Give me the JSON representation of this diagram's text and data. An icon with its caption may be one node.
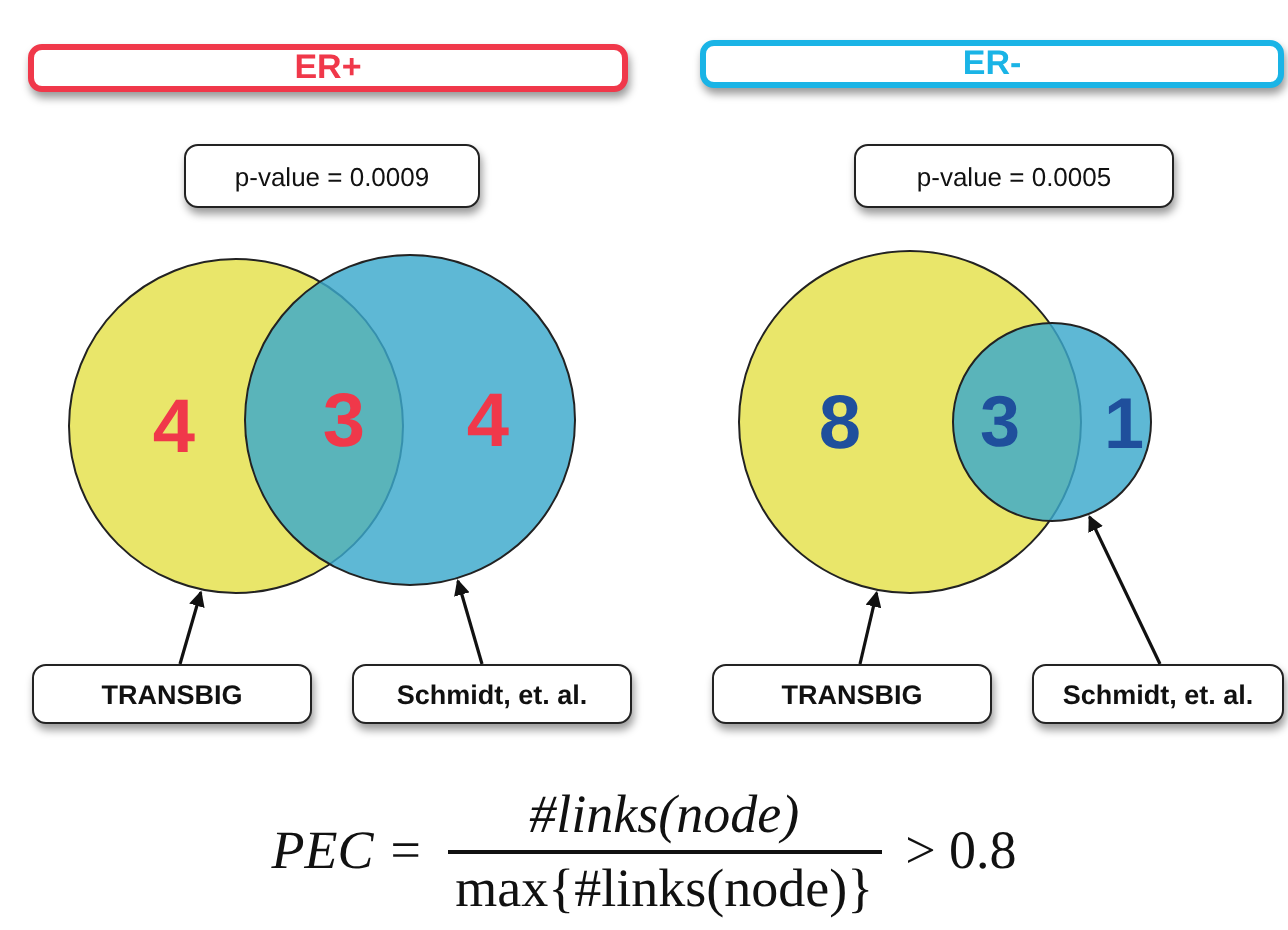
{
  "diagram": {
    "nodes": [
      {
        "text": [
          "ER+"
        ]
      },
      {
        "text": [
          "ER-"
        ]
      },
      {
        "text": [
          "p-value = 0.0009"
        ]
      },
      {
        "text": [
          "p-value = 0.0005"
        ]
      },
      {
        "text": [
          "4"
        ]
      },
      {
        "text": [
          "4"
        ]
      },
      {
        "text": [
          "8"
        ]
      },
      {
        "text": [
          "1"
        ]
      },
      {
        "text": [
          "TRANSBIG"
        ]
      },
      {
        "text": [
          "Schmidt, et. al."
        ]
      },
      {
        "text": [
          "TRANSBIG"
        ]
      },
      {
        "text": [
          "Schmidt, et. al."
        ]
      }
    ],
    "edges": [
      {
        "from": 8,
        "to": 4,
        "arrow": "to"
      },
      {
        "from": 9,
        "to": 5,
        "arrow": "to"
      },
      {
        "from": 10,
        "to": 6,
        "arrow": "to"
      },
      {
        "from": 11,
        "to": 7,
        "arrow": "to"
      }
    ],
    "labels": [
      "3",
      "3",
      "PEC =",
      "#links(node)",
      "max{#links(node)}",
      "> 0.8"
    ]
  }
}
